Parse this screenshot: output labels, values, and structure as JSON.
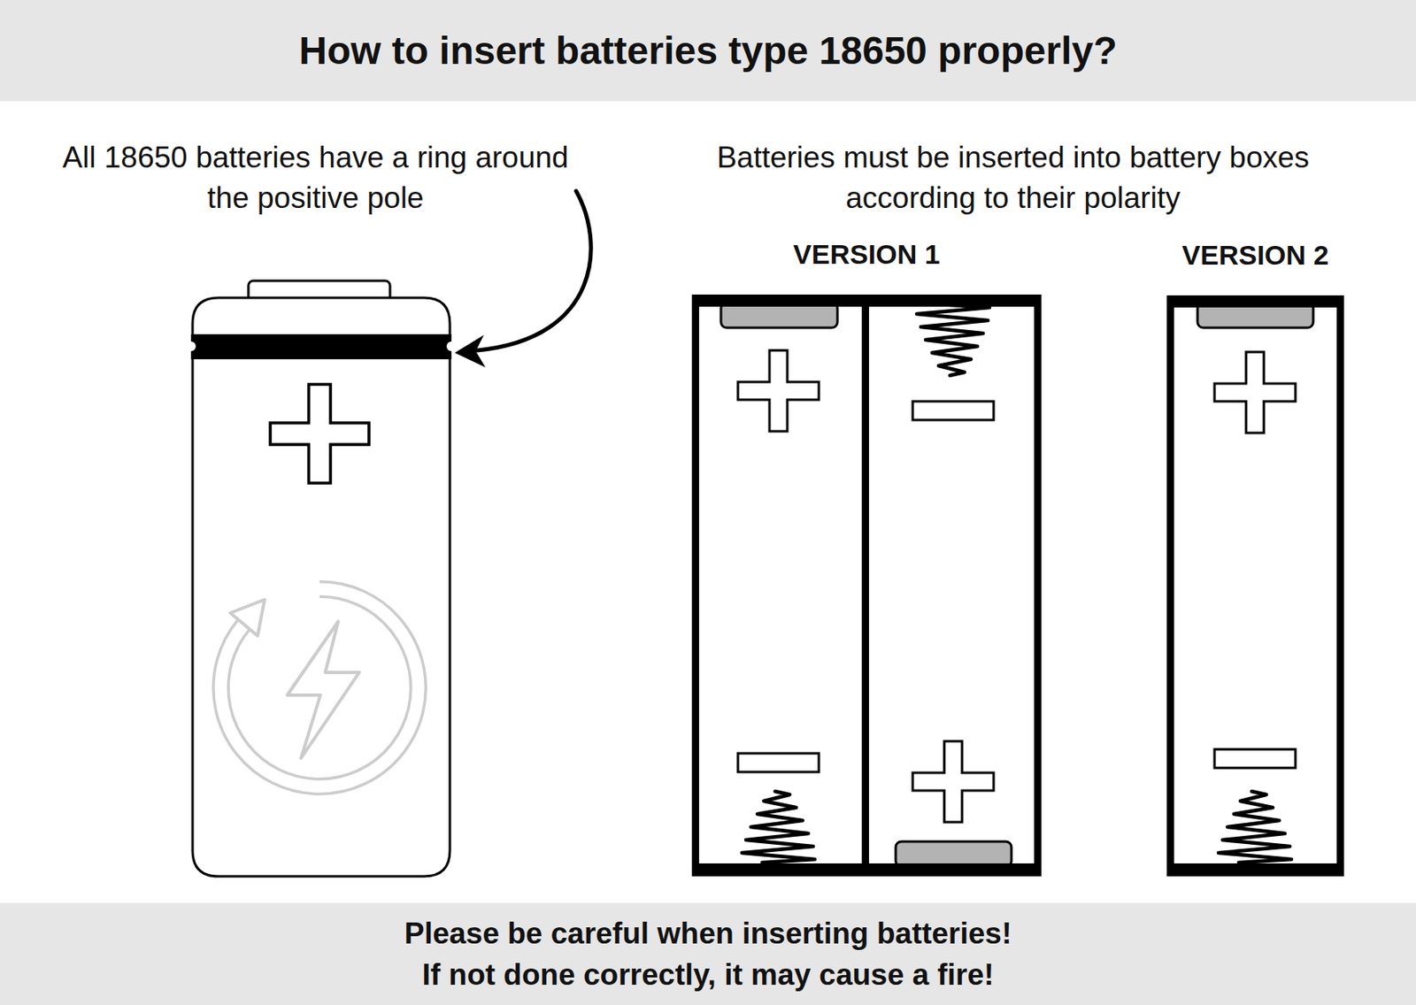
{
  "diagram": {
    "title": "How to insert batteries type 18650 properly?",
    "caption": "Please be careful when inserting batteries! If not done correctly, it may cause a fire!",
    "nodes": [
      {
        "text": [
          "VERSION 1"
        ]
      },
      {
        "text": [
          "VERSION 2"
        ]
      }
    ],
    "labels": [
      "All 18650 batteries have a ring around the positive pole",
      "Batteries must be inserted into battery boxes according to their polarity"
    ]
  }
}
